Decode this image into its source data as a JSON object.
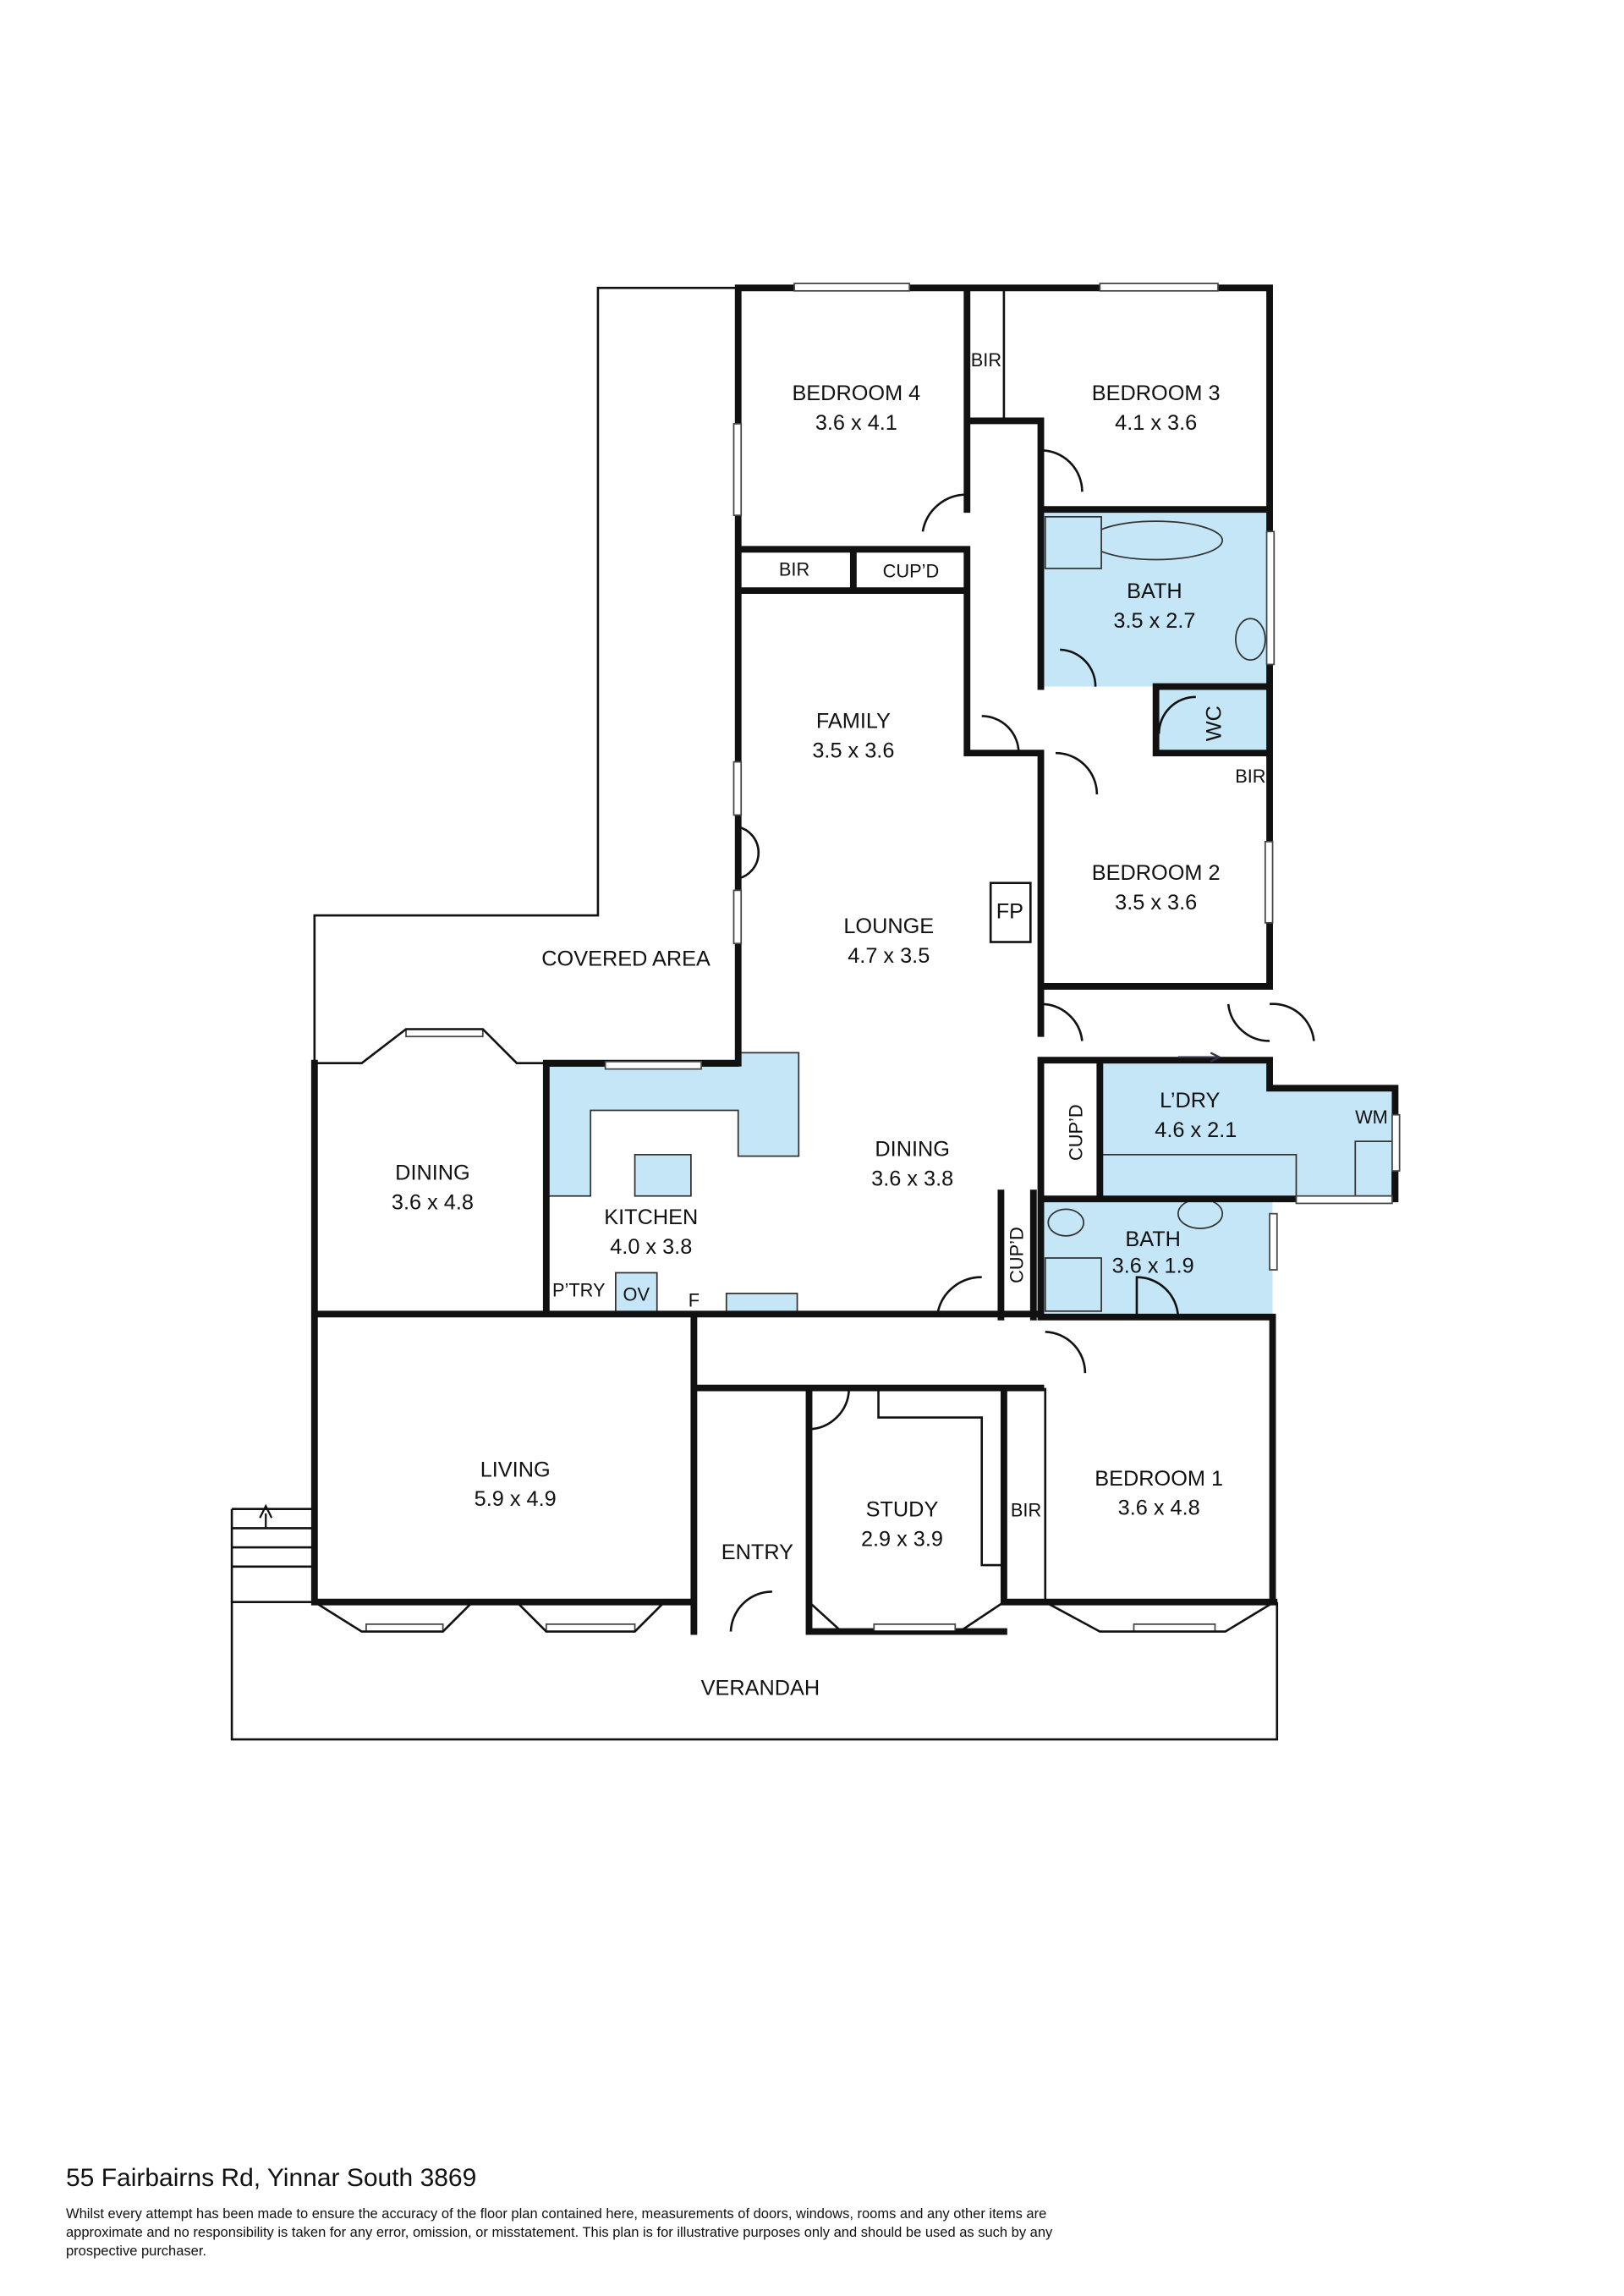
{
  "rooms": {
    "bedroom4": {
      "name": "BEDROOM 4",
      "size": "3.6 x 4.1"
    },
    "bedroom3": {
      "name": "BEDROOM 3",
      "size": "4.1 x 3.6"
    },
    "bath_main": {
      "name": "BATH",
      "size": "3.5 x 2.7"
    },
    "wc": {
      "name": "WC"
    },
    "family": {
      "name": "FAMILY",
      "size": "3.5 x 3.6"
    },
    "bedroom2": {
      "name": "BEDROOM 2",
      "size": "3.5 x 3.6"
    },
    "lounge": {
      "name": "LOUNGE",
      "size": "4.7 x 3.5"
    },
    "covered_area": {
      "name": "COVERED AREA"
    },
    "laundry": {
      "name": "L’DRY",
      "size": "4.6 x 2.1"
    },
    "dining_left": {
      "name": "DINING",
      "size": "3.6 x 4.8"
    },
    "kitchen": {
      "name": "KITCHEN",
      "size": "4.0 x 3.8"
    },
    "dining_center": {
      "name": "DINING",
      "size": "3.6 x 3.8"
    },
    "bath2": {
      "name": "BATH",
      "size": "3.6 x 1.9"
    },
    "living": {
      "name": "LIVING",
      "size": "5.9 x 4.9"
    },
    "entry": {
      "name": "ENTRY"
    },
    "study": {
      "name": "STUDY",
      "size": "2.9 x 3.9"
    },
    "bedroom1": {
      "name": "BEDROOM 1",
      "size": "3.6 x 4.8"
    },
    "verandah": {
      "name": "VERANDAH"
    }
  },
  "fixtures": {
    "bir": "BIR",
    "cupd": "CUP’D",
    "fp": "FP",
    "wm": "WM",
    "pantry": "P’TRY",
    "oven": "OV",
    "fridge": "F"
  },
  "footer": {
    "address": "55 Fairbairns Rd, Yinnar South 3869",
    "disclaimer": "Whilst every attempt has been made to ensure the accuracy of the floor plan contained here, measurements of doors, windows, rooms and any other items are approximate and no responsibility is taken for any error, omission, or misstatement. This plan is for illustrative purposes only and should be used as such by any prospective purchaser."
  }
}
